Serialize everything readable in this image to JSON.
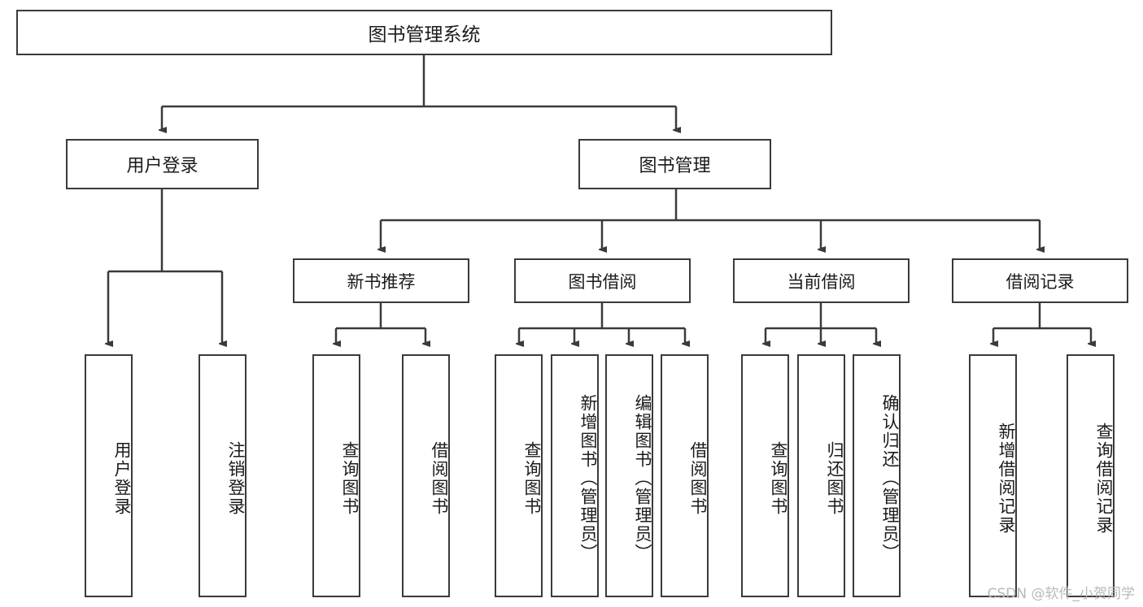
{
  "diagram": {
    "title_node": {
      "label": "图书管理系统"
    },
    "tier2": [
      {
        "label": "用户登录"
      },
      {
        "label": "图书管理"
      }
    ],
    "tier3": [
      {
        "label": "新书推荐"
      },
      {
        "label": "图书借阅"
      },
      {
        "label": "当前借阅"
      },
      {
        "label": "借阅记录"
      }
    ],
    "leaves": {
      "user_login": [
        {
          "label": "用户登录"
        },
        {
          "label": "注销登录"
        }
      ],
      "new_book_recommend": [
        {
          "label": "查询图书"
        },
        {
          "label": "借阅图书"
        }
      ],
      "book_borrow": [
        {
          "label": "查询图书"
        },
        {
          "label": "新增图书（管理员）"
        },
        {
          "label": "编辑图书（管理员）"
        },
        {
          "label": "借阅图书"
        }
      ],
      "current_borrow": [
        {
          "label": "查询图书"
        },
        {
          "label": "归还图书"
        },
        {
          "label": "确认归还（管理员）"
        }
      ],
      "borrow_record": [
        {
          "label": "新增借阅记录"
        },
        {
          "label": "查询借阅记录"
        }
      ]
    }
  },
  "watermark": {
    "text": "CSDN @软件_小贺同学"
  },
  "colors": {
    "stroke": "#3a3a3a",
    "background": "#ffffff",
    "text": "#1b1b1b",
    "watermark": "#b9b9b9"
  }
}
